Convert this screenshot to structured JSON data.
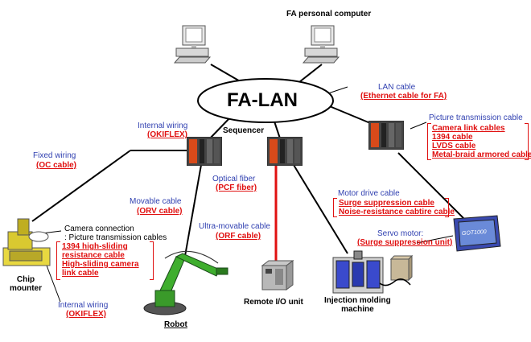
{
  "title": "FA personal computer",
  "network": "FA-LAN",
  "sequencer": "Sequencer",
  "lan_cable": {
    "label": "LAN cable",
    "type": "(Ethernet cable for FA)"
  },
  "picture_transmission": {
    "label": "Picture transmission cable",
    "items": [
      "Camera link cables",
      "1394 cable",
      "LVDS cable",
      "Metal-braid armored cable"
    ]
  },
  "internal_wiring_top": {
    "label": "Internal wiring",
    "type": "(OKIFLEX)"
  },
  "fixed_wiring": {
    "label": "Fixed wiring",
    "type": "(OC cable)"
  },
  "optical_fiber": {
    "label": "Optical fiber",
    "type": "(PCF fiber)"
  },
  "motor_drive": {
    "label": "Motor drive cable",
    "items": [
      "Surge suppression cable",
      "Noise-resistance cabtire cable"
    ]
  },
  "movable_cable": {
    "label": "Movable cable",
    "type": "(ORV cable)"
  },
  "ultra_movable": {
    "label": "Ultra-movable cable",
    "type": "(ORF cable)"
  },
  "camera_connection": {
    "line1": "Camera connection",
    "line2": ": Picture transmission cables"
  },
  "high_sliding": [
    "1394 high-sliding",
    "resistance cable",
    "High-sliding camera",
    "link cable"
  ],
  "internal_wiring_bottom": {
    "label": "Internal wiring",
    "type": "(OKIFLEX)"
  },
  "servo_motor": {
    "label": "Servo motor:",
    "type": "(Surge suppression unit)"
  },
  "servo_screen_text": "GOT1000",
  "devices": {
    "chip_mounter": "Chip\nmounter",
    "robot": "Robot",
    "remote_io": "Remote I/O unit",
    "injection": "Injection molding\nmachine"
  },
  "colors": {
    "label_blue": "#2f3fb0",
    "cable_red": "#e01010",
    "line_black": "#000000"
  }
}
